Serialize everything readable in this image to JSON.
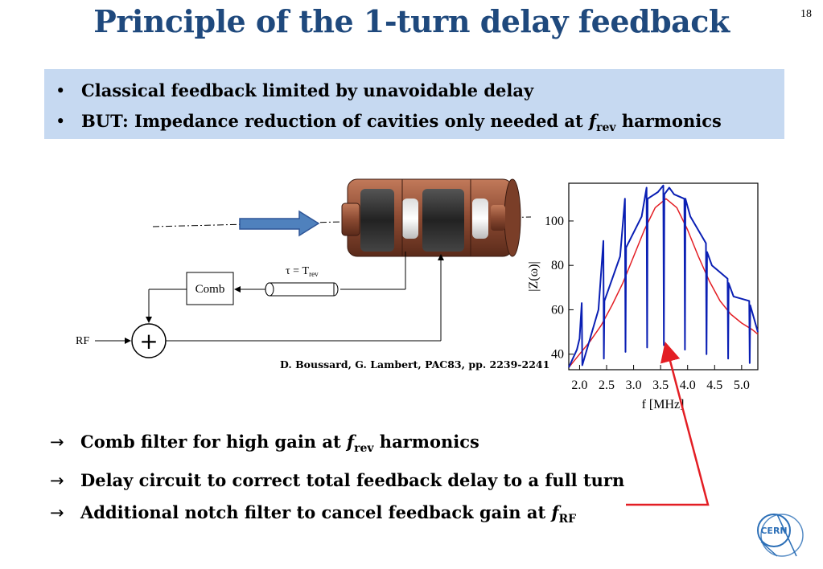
{
  "slide": {
    "title": "Principle of the 1-turn delay feedback",
    "page_number": "18"
  },
  "top_bullets": {
    "symbol": "•",
    "b1": "Classical feedback limited by unavoidable delay",
    "b2_pre": "BUT: Impedance reduction of cavities only needed at ",
    "b2_f": "f",
    "b2_sub": "rev",
    "b2_post": " harmonics"
  },
  "diagram": {
    "comb_label": "Comb",
    "delay_label": "τ = T",
    "delay_sub": "rev",
    "rf_label": "RF",
    "sum_symbol": "+",
    "citation": "D. Boussard, G. Lambert, PAC83, pp. 2239-2241"
  },
  "bottom_items": {
    "arrow": "→",
    "i1_pre": "Comb filter for high gain at ",
    "i1_f": "f",
    "i1_sub": "rev",
    "i1_post": " harmonics",
    "i2": "Delay circuit to correct total feedback delay to a full turn",
    "i3_pre": "Additional notch filter to cancel feedback gain at ",
    "i3_f": "f",
    "i3_sub": "RF"
  },
  "logo": {
    "text": "CERN",
    "icon": "cern-logo-icon"
  },
  "colors": {
    "title": "#1F497D",
    "box": "#C6D9F1",
    "arrow_red": "#E31E24",
    "beam_arrow": "#4F81BD",
    "cavity": "#8B4A32"
  },
  "chart_data": {
    "type": "line",
    "xlabel": "f [MHz]",
    "ylabel": "|Z(ω)|",
    "xlim": [
      1.8,
      5.3
    ],
    "ylim": [
      33,
      117
    ],
    "x_ticks": [
      "2.0",
      "2.5",
      "3.0",
      "3.5",
      "4.0",
      "4.5",
      "5.0"
    ],
    "y_ticks": [
      "40",
      "60",
      "80",
      "100"
    ],
    "series": [
      {
        "color": "#E31E24",
        "x": [
          1.8,
          2.0,
          2.2,
          2.4,
          2.6,
          2.8,
          3.0,
          3.2,
          3.4,
          3.6,
          3.8,
          4.0,
          4.2,
          4.4,
          4.6,
          4.8,
          5.0,
          5.2,
          5.3
        ],
        "y": [
          34,
          40,
          46,
          53,
          62,
          72,
          84,
          96,
          106,
          110,
          106,
          96,
          84,
          73,
          64,
          58,
          54,
          51,
          49
        ]
      },
      {
        "color": "#0A1FB4",
        "x": [
          1.8,
          1.95,
          2.0,
          2.04,
          2.05,
          2.35,
          2.44,
          2.45,
          2.46,
          2.75,
          2.84,
          2.85,
          2.86,
          3.15,
          3.24,
          3.25,
          3.26,
          3.45,
          3.55,
          3.56,
          3.57,
          3.66,
          3.75,
          3.94,
          3.95,
          3.96,
          4.05,
          4.34,
          4.35,
          4.36,
          4.45,
          4.74,
          4.75,
          4.76,
          4.85,
          5.14,
          5.15,
          5.16,
          5.3
        ],
        "y": [
          34,
          42,
          47,
          63,
          35,
          60,
          91,
          38,
          64,
          84,
          110,
          41,
          88,
          102,
          115,
          43,
          110,
          113,
          116,
          44,
          112,
          115,
          112,
          110,
          42,
          110,
          102,
          90,
          40,
          86,
          80,
          74,
          38,
          72,
          66,
          64,
          36,
          62,
          50
        ]
      }
    ]
  }
}
